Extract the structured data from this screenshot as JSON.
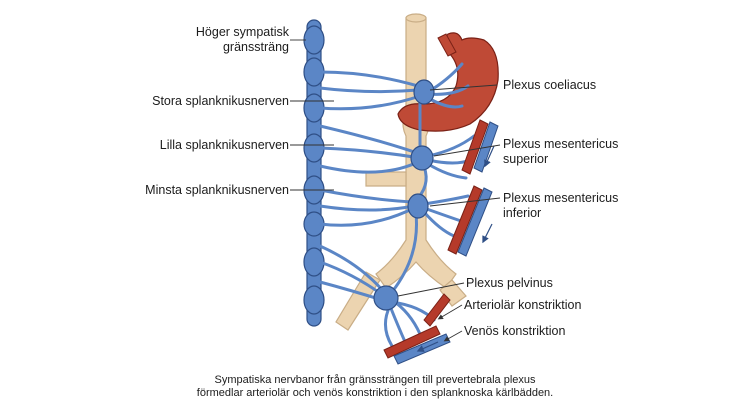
{
  "labels": {
    "hoger_line1": "Höger sympatisk",
    "hoger_line2": "gränssträng",
    "stora": "Stora splanknikusnerven",
    "lilla": "Lilla splanknikusnerven",
    "minsta": "Minsta splanknikusnerven",
    "coeliacus": "Plexus coeliacus",
    "mes_sup_line1": "Plexus mesentericus",
    "mes_sup_line2": "superior",
    "mes_inf_line1": "Plexus mesentericus",
    "mes_inf_line2": "inferior",
    "pelvinus": "Plexus pelvinus",
    "arteriolar": "Arteriolär konstriktion",
    "venos": "Venös konstriktion"
  },
  "caption": {
    "line1": "Sympatiska nervbanor från gränssträngen till prevertebrala plexus",
    "line2": "förmedlar arteriolär och venös konstriktion i den splanknoska kärlbädden."
  },
  "colors": {
    "nerve": "#5b86c6",
    "nerve_outline": "#2f4f86",
    "artery": "#b53a2a",
    "artery_outline": "#7a2116",
    "stomach": "#bf4a36",
    "aorta": "#ecd4b0",
    "aorta_outline": "#c9ad86",
    "leader": "#333333"
  }
}
